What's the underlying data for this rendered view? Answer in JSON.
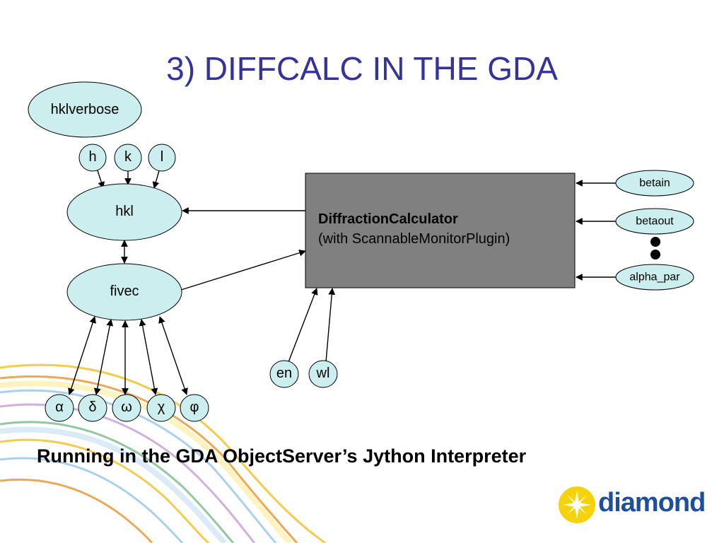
{
  "slide": {
    "title": "3) DIFFCALC IN THE GDA",
    "subtitle": "Running in the GDA ObjectServer’s Jython Interpreter"
  },
  "colors": {
    "title": "#33339a",
    "node_fill": "#cceeee",
    "box_fill": "#808080",
    "logo_text": "#1f4e9c",
    "logo_sun": "#f5d20a"
  },
  "nodes": {
    "hklverbose": "hklverbose",
    "h": "h",
    "k": "k",
    "l": "l",
    "hkl": "hkl",
    "fivec": "fivec",
    "alpha": "α",
    "delta": "δ",
    "omega": "ω",
    "chi": "χ",
    "phi": "φ",
    "en": "en",
    "wl": "wl",
    "betain": "betain",
    "betaout": "betaout",
    "alpha_par": "alpha_par"
  },
  "calculator_box": {
    "name": "DiffractionCalculator",
    "plugin": "(with ScannableMonitorPlugin)"
  },
  "logo": {
    "text": "diamond",
    "icon": "diamond-sun-icon"
  }
}
